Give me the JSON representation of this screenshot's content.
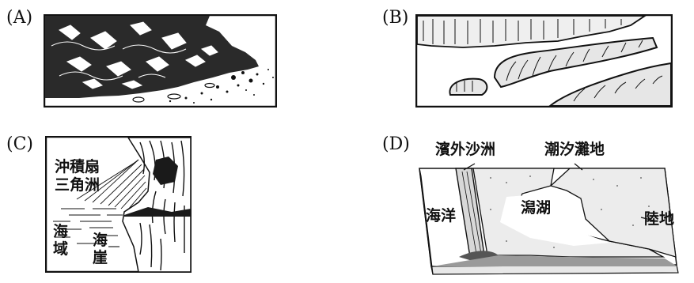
{
  "panels": [
    {
      "label": "(A)"
    },
    {
      "label": "(B)"
    },
    {
      "label": "(C)"
    },
    {
      "label": "(D)"
    }
  ],
  "annotations_c": {
    "delta_line1": "沖積扇",
    "delta_line2": "三角洲",
    "sea_area": "海域",
    "sea_cliff": "海崖"
  },
  "annotations_d": {
    "offshore_bar": "濱外沙洲",
    "tidal_flat": "潮汐灘地",
    "ocean": "海洋",
    "lagoon": "潟湖",
    "land": "陸地"
  },
  "colors": {
    "ink": "#111111",
    "sand": "#cfcfcf",
    "paper": "#ffffff"
  }
}
